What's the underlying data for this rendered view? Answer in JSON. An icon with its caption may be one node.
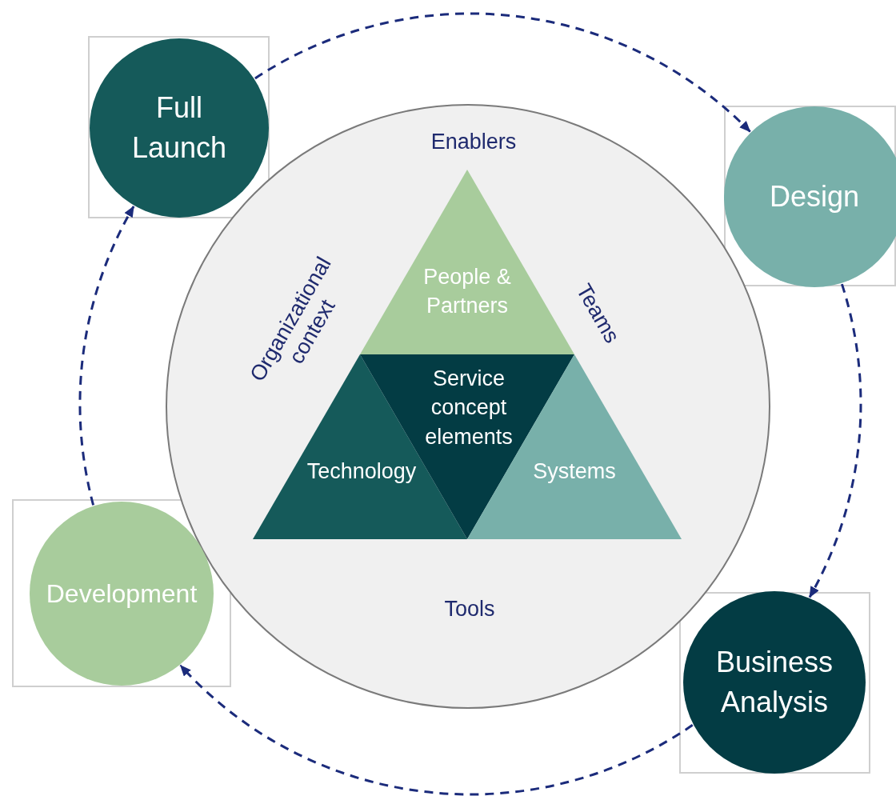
{
  "diagram": {
    "nodes": [
      {
        "text": [
          "Full Launch"
        ]
      },
      {
        "text": [
          "Design"
        ]
      },
      {
        "text": [
          "Business Analysis"
        ]
      },
      {
        "text": [
          "Development"
        ]
      },
      {
        "text": [
          "Enablers",
          "Organizational context",
          "Teams",
          "Tools"
        ]
      },
      {
        "text": [
          "People & Partners"
        ],
        "in": 4
      },
      {
        "text": [
          "Technology"
        ],
        "in": 4
      },
      {
        "text": [
          "Service concept elements"
        ],
        "in": 4
      },
      {
        "text": [
          "Systems"
        ],
        "in": 4
      }
    ],
    "edges": [
      {
        "from": 0,
        "to": 1,
        "arrow": "to",
        "style": "dashed"
      },
      {
        "from": 1,
        "to": 2,
        "arrow": "to",
        "style": "dashed"
      },
      {
        "from": 2,
        "to": 3,
        "arrow": "to",
        "style": "dashed"
      },
      {
        "from": 3,
        "to": 0,
        "arrow": "to",
        "style": "dashed"
      }
    ]
  }
}
